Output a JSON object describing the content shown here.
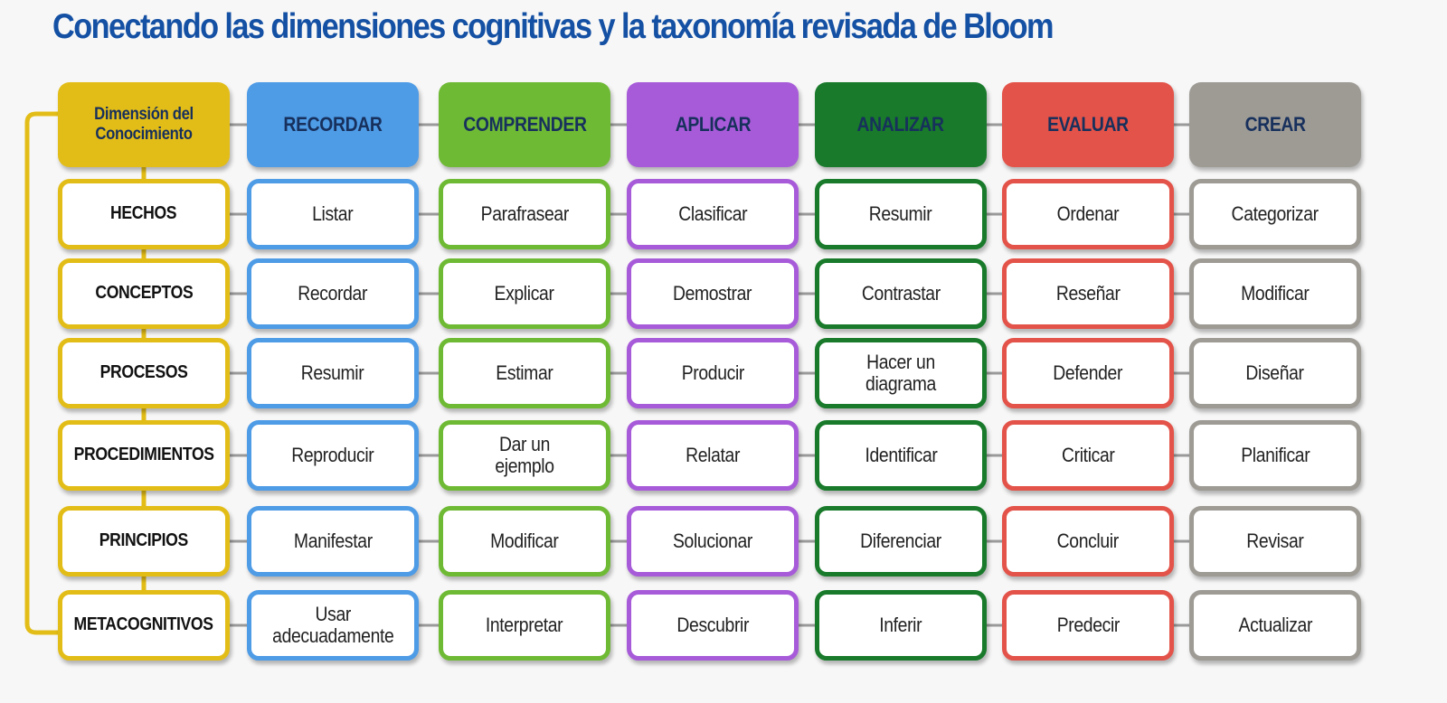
{
  "title": "Conectando las dimensiones cognitivas y la taxonomía revisada de Bloom",
  "corner_label": "Dimensión del Conocimiento",
  "columns": [
    {
      "label": "RECORDAR",
      "color": "#4e9be6"
    },
    {
      "label": "COMPRENDER",
      "color": "#6fba35"
    },
    {
      "label": "APLICAR",
      "color": "#a75bd9"
    },
    {
      "label": "ANALIZAR",
      "color": "#187a2a"
    },
    {
      "label": "EVALUAR",
      "color": "#e35349"
    },
    {
      "label": "CREAR",
      "color": "#9e9b95"
    }
  ],
  "dimension_color": "#e3bd17",
  "rows": [
    {
      "dimension": "HECHOS",
      "cells": [
        "Listar",
        "Parafrasear",
        "Clasificar",
        "Resumir",
        "Ordenar",
        "Categorizar"
      ]
    },
    {
      "dimension": "CONCEPTOS",
      "cells": [
        "Recordar",
        "Explicar",
        "Demostrar",
        "Contrastar",
        "Reseñar",
        "Modificar"
      ]
    },
    {
      "dimension": "PROCESOS",
      "cells": [
        "Resumir",
        "Estimar",
        "Producir",
        "Hacer un diagrama",
        "Defender",
        "Diseñar"
      ]
    },
    {
      "dimension": "PROCEDIMIENTOS",
      "cells": [
        "Reproducir",
        "Dar un ejemplo",
        "Relatar",
        "Identificar",
        "Criticar",
        "Planificar"
      ]
    },
    {
      "dimension": "PRINCIPIOS",
      "cells": [
        "Manifestar",
        "Modificar",
        "Solucionar",
        "Diferenciar",
        "Concluir",
        "Revisar"
      ]
    },
    {
      "dimension": "METACOGNITIVOS",
      "cells": [
        "Usar adecuadamente",
        "Interpretar",
        "Descubrir",
        "Inferir",
        "Predecir",
        "Actualizar"
      ]
    }
  ]
}
